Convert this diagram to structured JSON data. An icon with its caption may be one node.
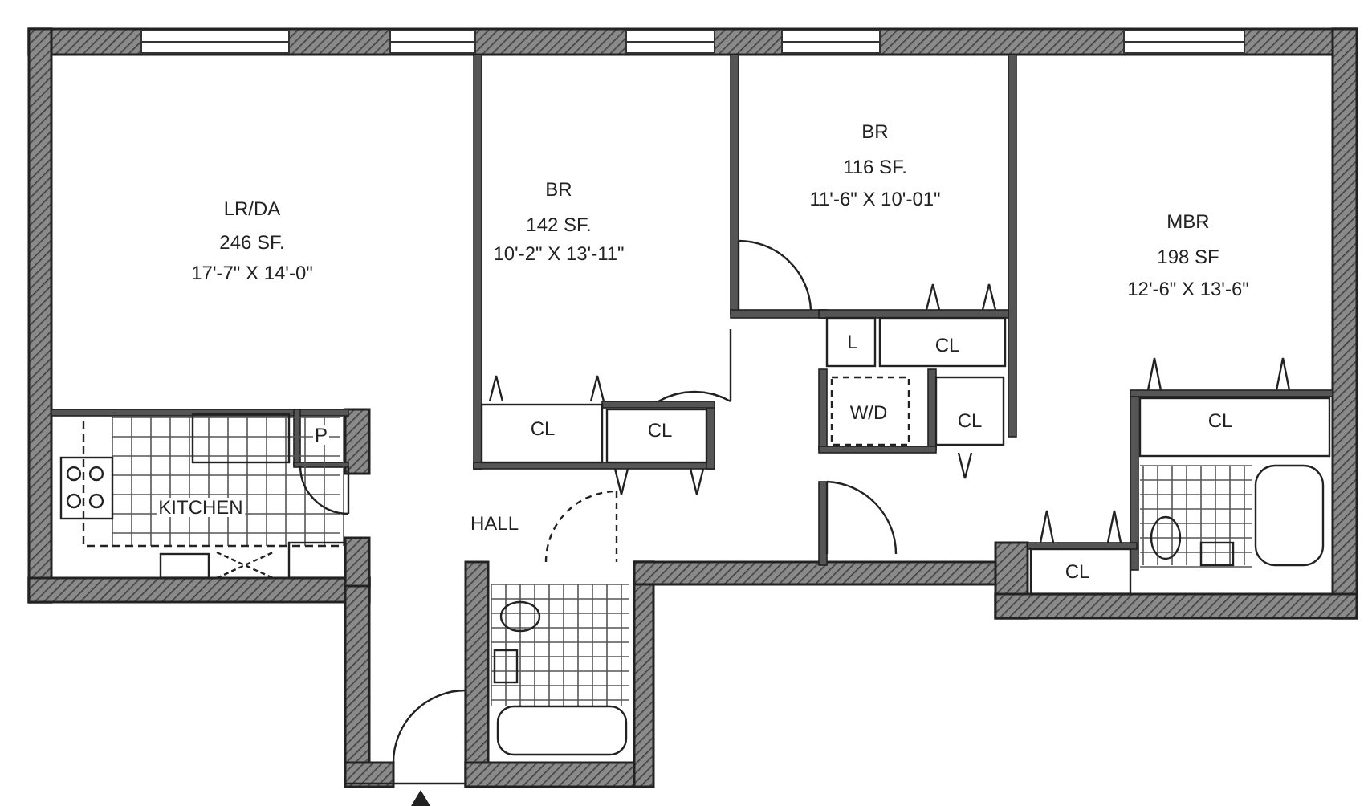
{
  "diagram": {
    "labels": [
      "BR",
      "116 SF.",
      "11'-6\" X 10'-01\"",
      "BR",
      "142 SF.",
      "10'-2\" X 13'-11\"",
      "LR/DA",
      "246 SF.",
      "17'-7\" X 14'-0\"",
      "MBR",
      "198 SF",
      "12'-6\" X 13'-6\"",
      "L",
      "CL",
      "W/D",
      "CL",
      "CL",
      "CL",
      "P",
      "CL",
      "KITCHEN",
      "HALL",
      "CL"
    ]
  }
}
